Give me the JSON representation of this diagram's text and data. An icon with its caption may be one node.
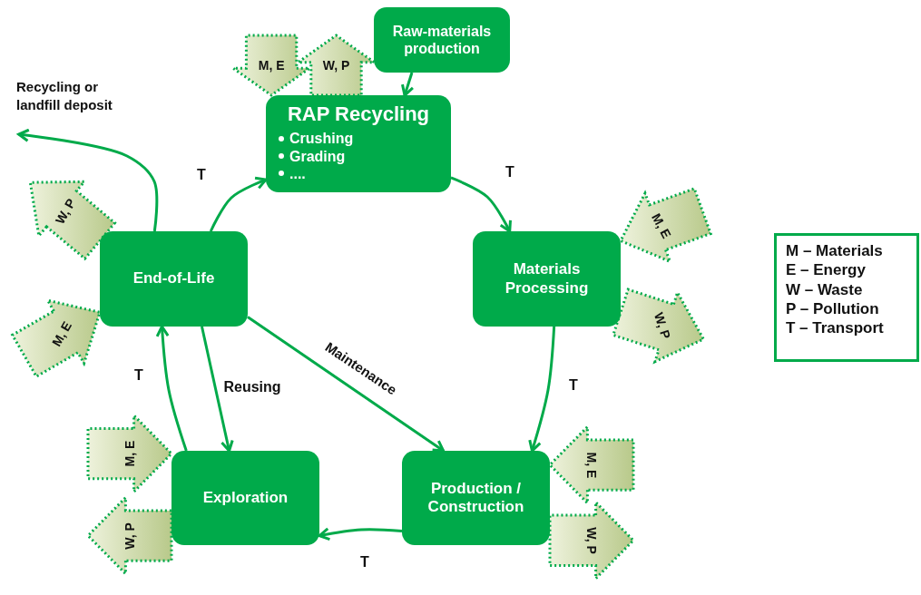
{
  "diagram": {
    "nodes": [
      {
        "text": [
          "Raw-materials production"
        ]
      },
      {
        "text": [
          "Recycling or landfill deposit"
        ]
      },
      {
        "text": [
          "RAP Recycling",
          "Crushing",
          "Grading",
          "...."
        ]
      },
      {
        "text": [
          "End-of-Life"
        ]
      },
      {
        "text": [
          "Materials Processing"
        ]
      },
      {
        "text": [
          "M – Materials",
          "E – Energy",
          "W – Waste",
          "P – Pollution",
          "T – Transport"
        ]
      },
      {
        "text": [
          "Exploration"
        ]
      },
      {
        "text": [
          "Production / Construction"
        ]
      }
    ],
    "edges": [
      {
        "from": 0,
        "to": 2,
        "arrow": "to"
      },
      {
        "from": 3,
        "to": 2,
        "arrow": "to",
        "label": "T"
      },
      {
        "from": 2,
        "to": 4,
        "arrow": "to",
        "label": "T"
      },
      {
        "from": 4,
        "to": 7,
        "arrow": "to",
        "label": "T"
      },
      {
        "from": 7,
        "to": 6,
        "arrow": "to",
        "label": "T"
      },
      {
        "from": 6,
        "to": 3,
        "arrow": "to",
        "label": "T"
      },
      {
        "from": 3,
        "to": 6,
        "arrow": "to",
        "label": "Reusing"
      },
      {
        "from": 3,
        "to": 7,
        "arrow": "to",
        "label": "Maintenance"
      },
      {
        "from": 3,
        "to": 1,
        "arrow": "to"
      },
      {
        "from": null,
        "to": 2,
        "arrow": "to",
        "label": "M, E",
        "style": "dashed"
      },
      {
        "from": 2,
        "to": null,
        "arrow": "to",
        "label": "W, P",
        "style": "dashed"
      },
      {
        "from": 3,
        "to": null,
        "arrow": "to",
        "label": "W, P",
        "style": "dashed"
      },
      {
        "from": null,
        "to": 3,
        "arrow": "to",
        "label": "M, E",
        "style": "dashed"
      },
      {
        "from": null,
        "to": 6,
        "arrow": "to",
        "label": "M, E",
        "style": "dashed"
      },
      {
        "from": 6,
        "to": null,
        "arrow": "to",
        "label": "W, P",
        "style": "dashed"
      },
      {
        "from": null,
        "to": 7,
        "arrow": "to",
        "label": "M, E",
        "style": "dashed"
      },
      {
        "from": 7,
        "to": null,
        "arrow": "to",
        "label": "W, P",
        "style": "dashed"
      },
      {
        "from": null,
        "to": 4,
        "arrow": "to",
        "label": "M, E",
        "style": "dashed"
      },
      {
        "from": 4,
        "to": null,
        "arrow": "to",
        "label": "W, P",
        "style": "dashed"
      }
    ]
  }
}
